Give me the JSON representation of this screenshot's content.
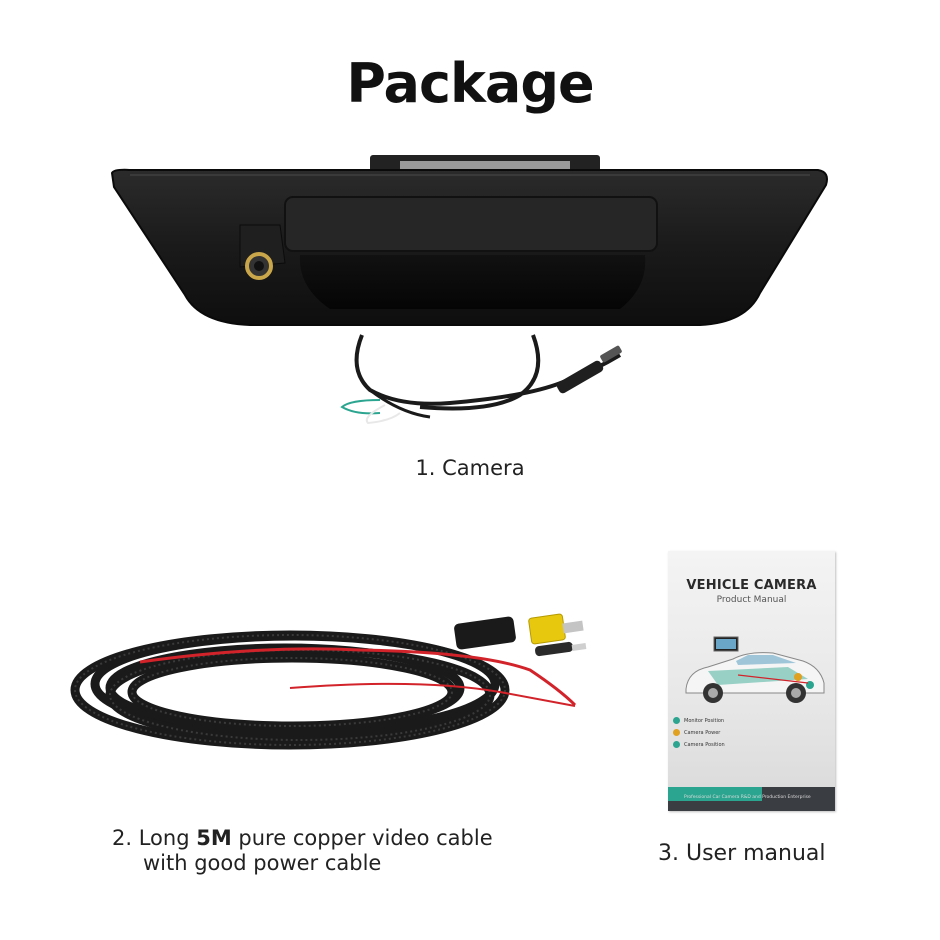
{
  "title": "Package",
  "items": [
    {
      "label": "1. Camera"
    },
    {
      "label_prefix": "2. Long ",
      "label_bold": "5M",
      "label_suffix": " pure copper video cable",
      "label_line2": "with good power cable"
    },
    {
      "label": "3. User manual"
    }
  ],
  "manual": {
    "title": "VEHICLE CAMERA",
    "subtitle": "Product Manual",
    "legend": [
      {
        "text": "Monitor Position",
        "color": "#2ba58f"
      },
      {
        "text": "Camera Power",
        "color": "#e0a020"
      },
      {
        "text": "Camera Position",
        "color": "#2ba58f"
      }
    ],
    "footer": "Professional Car Camera R&D and Production Enterprise"
  },
  "colors": {
    "background": "#ffffff",
    "handle": "#1c1c1c",
    "lens": "#c9a64a",
    "rca": "#e8c80f",
    "power_wire": "#d2232a",
    "teal": "#2ba58f"
  }
}
